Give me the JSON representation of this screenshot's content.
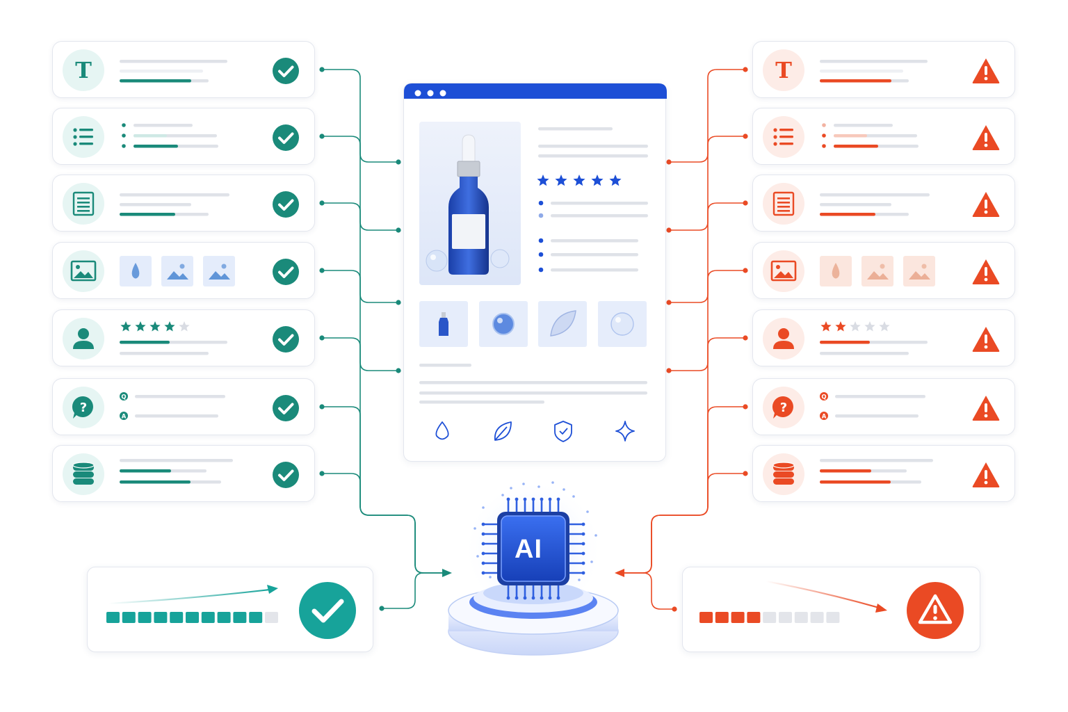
{
  "colors": {
    "good": "#1a8a7a",
    "good_light": "#e6f5f3",
    "bad": "#ea4a24",
    "bad_light": "#fdece7",
    "accent_blue": "#1d4fd6",
    "line_gray": "#dfe2e8"
  },
  "left_column": {
    "status_icon": "check-circle-icon",
    "cards": [
      {
        "id": "title",
        "icon": "text-icon",
        "glyph": "T"
      },
      {
        "id": "bullets",
        "icon": "bullet-list-icon"
      },
      {
        "id": "description",
        "icon": "document-icon"
      },
      {
        "id": "images",
        "icon": "image-icon",
        "thumbs": [
          "droplet-thumb-icon",
          "mountain-thumb-icon",
          "mountain-thumb-icon"
        ]
      },
      {
        "id": "reviews",
        "icon": "user-icon",
        "rating": 4,
        "rating_max": 5
      },
      {
        "id": "qa",
        "icon": "question-bubble-icon",
        "glyph": "?",
        "q_label": "Q",
        "a_label": "A"
      },
      {
        "id": "data",
        "icon": "database-icon"
      }
    ]
  },
  "right_column": {
    "status_icon": "warning-triangle-icon",
    "cards": [
      {
        "id": "title",
        "icon": "text-icon",
        "glyph": "T"
      },
      {
        "id": "bullets",
        "icon": "bullet-list-icon"
      },
      {
        "id": "description",
        "icon": "document-icon"
      },
      {
        "id": "images",
        "icon": "image-icon",
        "thumbs": [
          "droplet-thumb-icon",
          "mountain-thumb-icon",
          "mountain-thumb-icon"
        ]
      },
      {
        "id": "reviews",
        "icon": "user-icon",
        "rating": 2,
        "rating_max": 5
      },
      {
        "id": "qa",
        "icon": "question-bubble-icon",
        "glyph": "?",
        "q_label": "Q",
        "a_label": "A"
      },
      {
        "id": "data",
        "icon": "database-icon"
      }
    ]
  },
  "product_page": {
    "window_controls": 3,
    "main_image": "serum-bottle-image",
    "rating": 5,
    "rating_max": 5,
    "thumbnails": [
      "bottle-thumb",
      "sphere-thumb",
      "leaf-gel-thumb",
      "bubble-thumb"
    ],
    "feature_icons": [
      "droplet-icon",
      "leaf-icon",
      "shield-check-icon",
      "sparkle-icon"
    ]
  },
  "ai_chip": {
    "label": "AI"
  },
  "score_good": {
    "filled": 10,
    "total": 11,
    "trend": "up",
    "status_icon": "check-circle-icon"
  },
  "score_bad": {
    "filled": 4,
    "total": 9,
    "trend": "down",
    "status_icon": "warning-triangle-icon"
  }
}
